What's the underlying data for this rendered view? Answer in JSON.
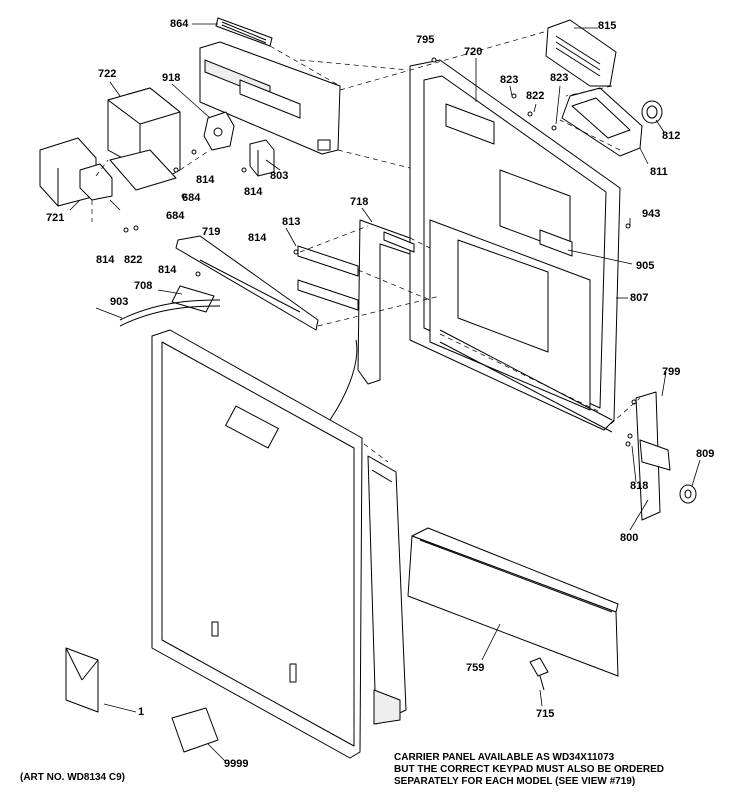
{
  "colors": {
    "line": "#000000",
    "background": "#ffffff",
    "fill": "#ffffff",
    "shade": "#d9d9d9"
  },
  "part_numbers": {
    "p864": "864",
    "p795": "795",
    "p720": "720",
    "p815": "815",
    "p722": "722",
    "p918": "918",
    "p823a": "823",
    "p823b": "823",
    "p822a": "822",
    "p812": "812",
    "p814a": "814",
    "p803": "803",
    "p684a": "684",
    "p814b": "814",
    "p811": "811",
    "p721": "721",
    "p684b": "684",
    "p718": "718",
    "p943": "943",
    "p813": "813",
    "p814c": "814",
    "p719": "719",
    "p814d": "814",
    "p822b": "822",
    "p905": "905",
    "p814e": "814",
    "p708": "708",
    "p807": "807",
    "p903": "903",
    "p799": "799",
    "p809": "809",
    "p818": "818",
    "p800": "800",
    "p759": "759",
    "p715": "715",
    "p1": "1",
    "p9999": "9999"
  },
  "notes": {
    "carrier_line1": "CARRIER PANEL AVAILABLE AS WD34X11073",
    "carrier_line2": "BUT THE CORRECT KEYPAD MUST ALSO BE ORDERED",
    "carrier_line3": "SEPARATELY FOR EACH MODEL (SEE VIEW #719)",
    "art_number": "(ART NO. WD8134 C9)"
  }
}
